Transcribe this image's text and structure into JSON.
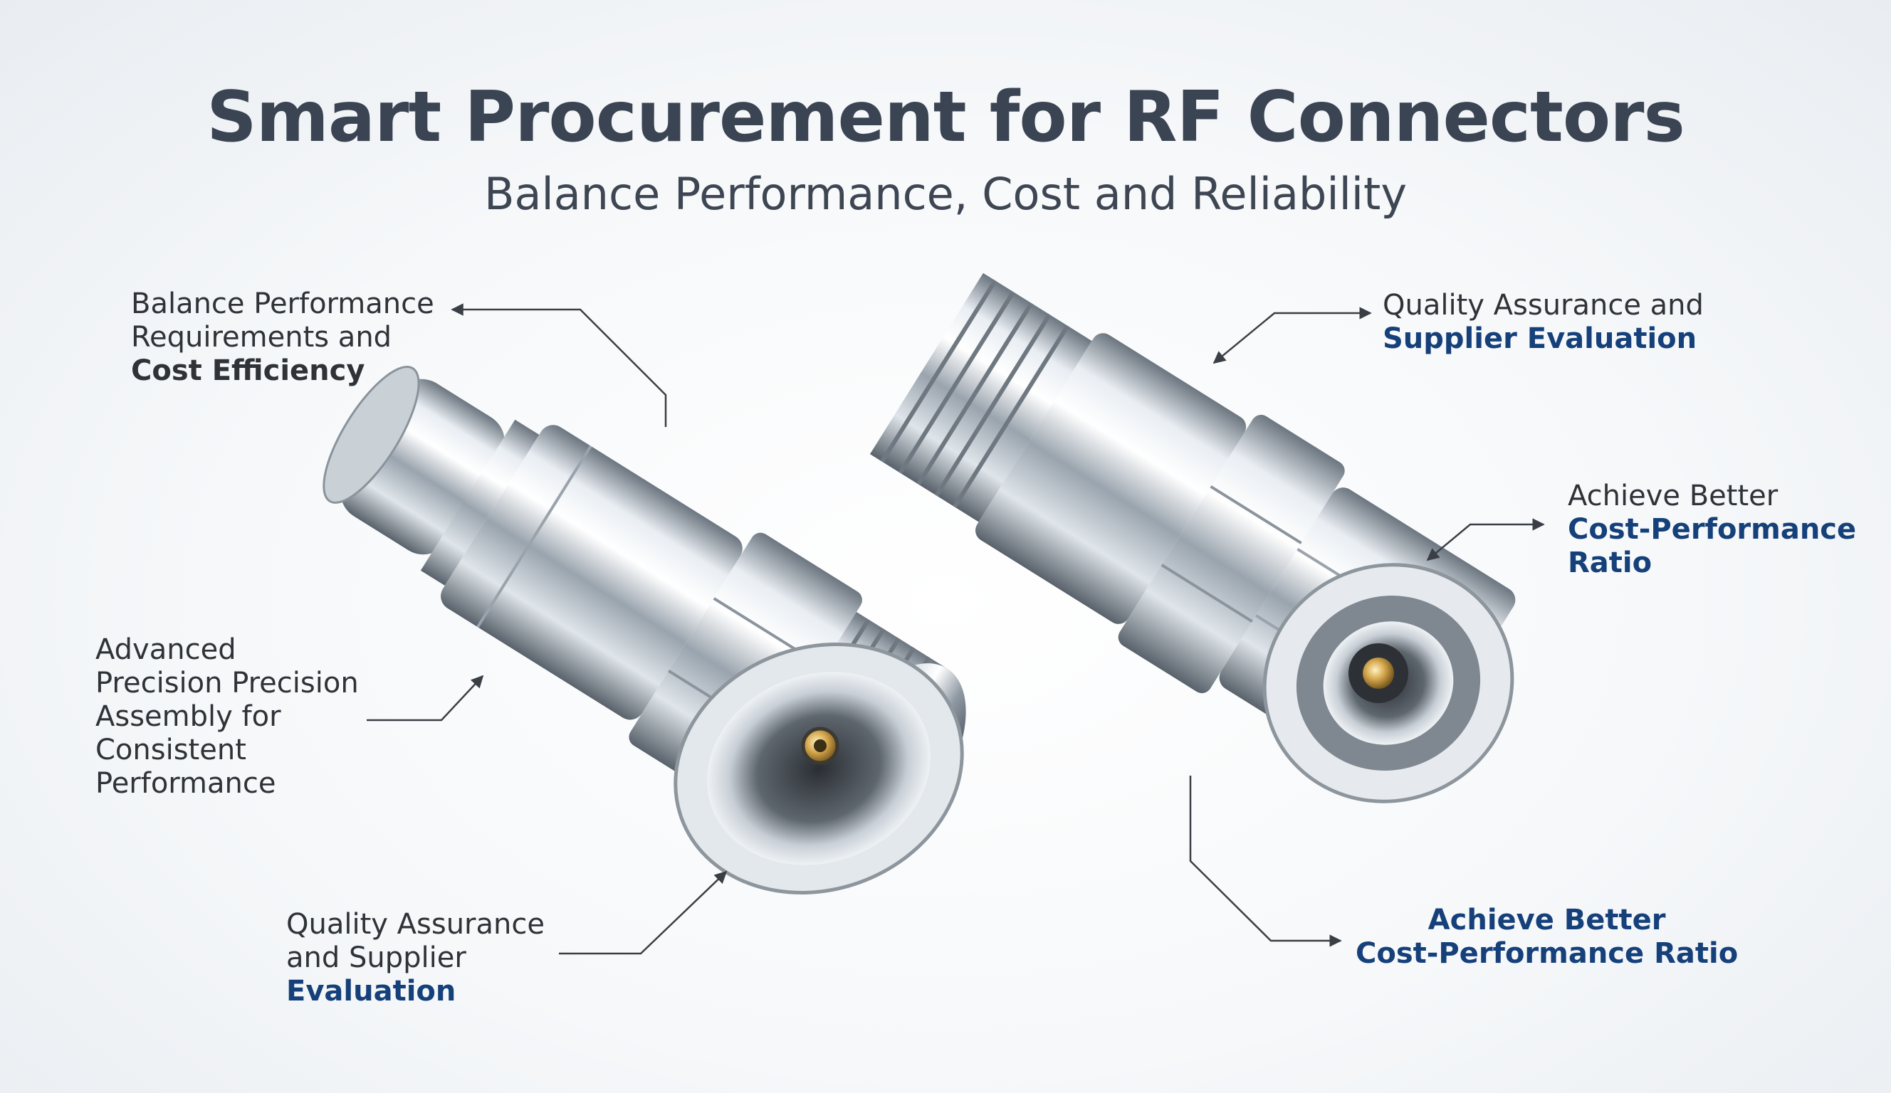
{
  "title": "Smart Procurement for RF Connectors",
  "subtitle": "Balance Performance, Cost and Reliability",
  "callouts": {
    "left_top": {
      "line1": "Balance Performance",
      "line2": "Requirements and",
      "line3": "Cost Efficiency"
    },
    "left_middle": {
      "line1": "Advanced",
      "line2": "Precision Precision",
      "line3": "Assembly for",
      "line4": "Consistent",
      "line5": "Performance"
    },
    "left_bottom": {
      "line1": "Quality Assurance",
      "line2": "and Supplier",
      "line3": "Evaluation"
    },
    "right_top": {
      "line1": "Quality Assurance and",
      "line2": "Supplier Evaluation"
    },
    "right_middle": {
      "line1": "Achieve Better",
      "line2": "Cost-Performance",
      "line3": "Ratio"
    },
    "right_bottom": {
      "line1": "Achieve Better",
      "line2": "Cost-Performance Ratio"
    }
  },
  "images": {
    "left": "rf-connector-female-photo",
    "right": "rf-connector-male-photo"
  },
  "colors": {
    "title": "#3a4452",
    "accent": "#15407a",
    "text": "#2f3338",
    "connector_pin": "#c9a04a"
  }
}
